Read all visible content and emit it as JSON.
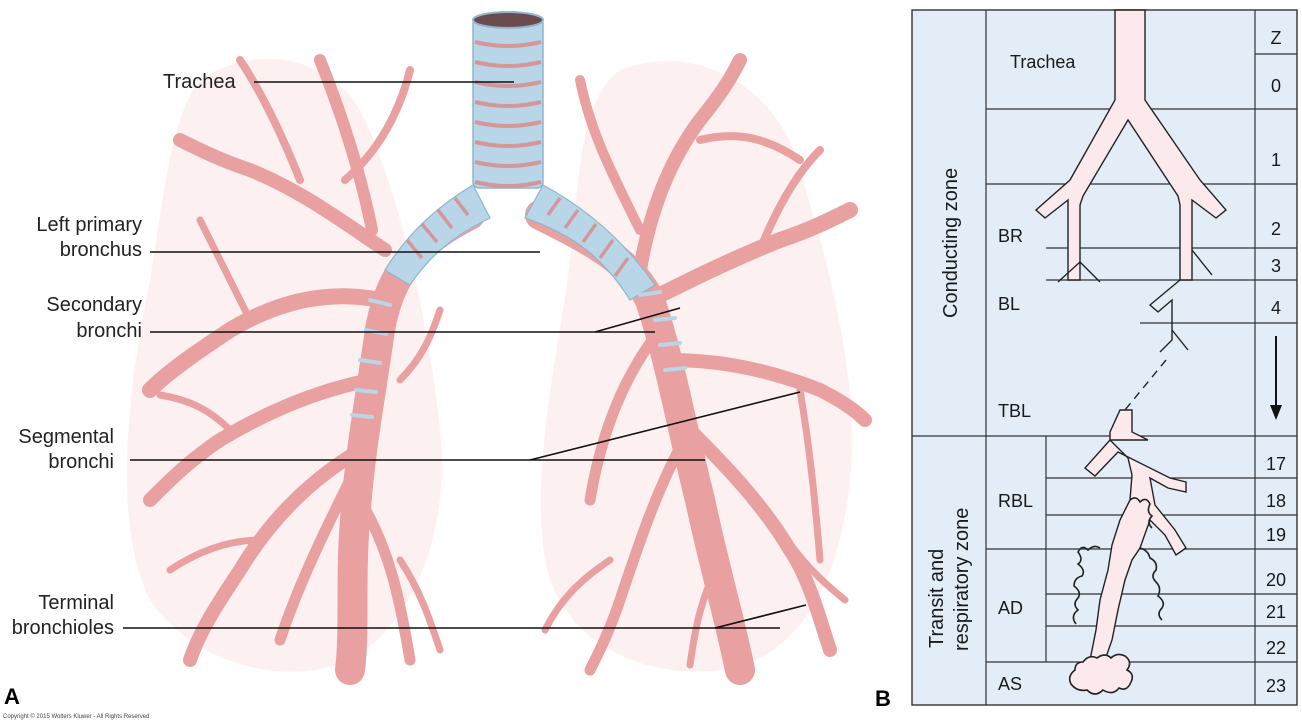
{
  "panel_a": {
    "letter": "A",
    "labels": {
      "trachea": "Trachea",
      "left_primary_1": "Left primary",
      "left_primary_2": "bronchus",
      "secondary_1": "Secondary",
      "secondary_2": "bronchi",
      "segmental_1": "Segmental",
      "segmental_2": "bronchi",
      "terminal_1": "Terminal",
      "terminal_2": "bronchioles"
    },
    "copyright": "Copyright © 2015 Wolters Kluwer - All Rights Reserved"
  },
  "panel_b": {
    "letter": "B",
    "zones": {
      "conducting": "Conducting zone",
      "transit_1": "Transit and",
      "transit_2": "respiratory zone"
    },
    "structures": {
      "trachea": "Trachea",
      "br": "BR",
      "bl": "BL",
      "tbl": "TBL",
      "rbl": "RBL",
      "ad": "AD",
      "as": "AS"
    },
    "z_header": "Z",
    "generations": {
      "g0": "0",
      "g1": "1",
      "g2": "2",
      "g3": "3",
      "g4": "4",
      "g17": "17",
      "g18": "18",
      "g19": "19",
      "g20": "20",
      "g21": "21",
      "g22": "22",
      "g23": "23"
    },
    "colors": {
      "panel_bg": "#e3edf8",
      "airway_fill": "#fbe9ec"
    }
  },
  "colors": {
    "bronchi_pink": "#eda6a6",
    "cartilage_blue": "#b8d6e8"
  }
}
